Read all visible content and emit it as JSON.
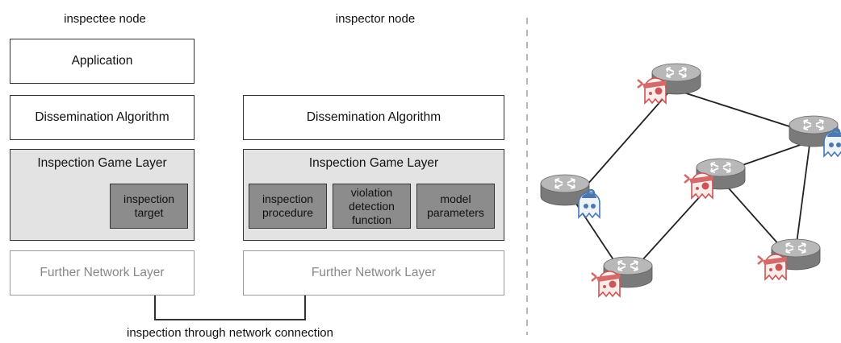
{
  "nodes": {
    "inspectee_label": "inspectee node",
    "inspector_label": "inspector node"
  },
  "inspectee": {
    "application": "Application",
    "dissemination": "Dissemination Algorithm",
    "game_layer": "Inspection Game Layer",
    "target": "inspection\ntarget",
    "further": "Further Network Layer"
  },
  "inspector": {
    "dissemination": "Dissemination Algorithm",
    "game_layer": "Inspection Game Layer",
    "procedure": "inspection\nprocedure",
    "violation": "violation\ndetection\nfunction",
    "model": "model\nparameters",
    "further": "Further Network Layer"
  },
  "connection_label": "inspection through network connection",
  "network": {
    "router_color": "#6f6f6f",
    "inspector_color": "#4a78b0",
    "inspectee_color": "#cc5555",
    "routers": [
      {
        "name": "router-top",
        "role": "inspectee"
      },
      {
        "name": "router-right",
        "role": "inspector"
      },
      {
        "name": "router-left",
        "role": "inspector"
      },
      {
        "name": "router-center",
        "role": "inspectee"
      },
      {
        "name": "router-bottom-left",
        "role": "inspectee"
      },
      {
        "name": "router-bottom-right",
        "role": "inspectee"
      }
    ]
  }
}
